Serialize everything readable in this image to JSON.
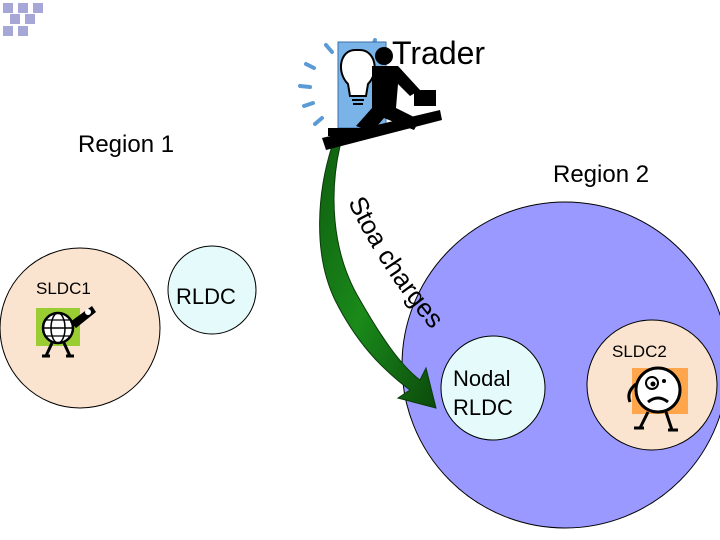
{
  "labels": {
    "trader": "Trader",
    "region1": "Region 1",
    "region2": "Region 2",
    "stoa_charges": "Stoa charges",
    "sldc1": "SLDC1",
    "rldc": "RLDC",
    "sldc2": "SLDC2",
    "nodal_line1": "Nodal",
    "nodal_line2": "RLDC"
  },
  "colors": {
    "background": "#ffffff",
    "region1_fill": "#fbe4cf",
    "rldc_fill": "#e5fbfb",
    "region2_fill": "#9999ff",
    "nodal_fill": "#e5fbfb",
    "sldc2_fill": "#fbe4cf",
    "arrow_fill": "#1a8a1a",
    "corner_squares": "#a7a7d7"
  },
  "icons": {
    "trader": "businessman-with-lightbulb-icon",
    "sldc1": "globe-character-icon",
    "sldc2": "worried-character-icon"
  }
}
